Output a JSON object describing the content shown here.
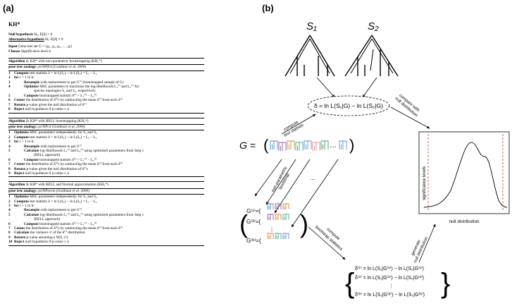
{
  "panels": {
    "a": "(a)",
    "b": "(b)"
  },
  "left": {
    "title": "KH*",
    "null_label": "Null hypothesis",
    "null_text": "H₀: E[δ] = 0",
    "alt_label": "Alternative hypothesis",
    "alt_text": "Hₐ: E[δ] ≠ 0",
    "input_label": "Input",
    "input_text": "Gene tree set G = {g₁, g₂, g₃, …, gₗ}",
    "choose_label": "Choose",
    "choose_text": "Significance level α",
    "algorithms": [
      {
        "head_bold": "Algorithm 1:",
        "head_text": " KH* with non-parametric bootstrapping (KH₁*)",
        "analogy_label": "gene tree analogy:",
        "analogy_text": " priNPfcd (Goldman et al. 2000)",
        "lines": [
          {
            "n": "1",
            "indent": 0,
            "bold": "Compute",
            "text": " test statistic δ = ln L(S₁) − ln L(S₂) = L₁ − L₂"
          },
          {
            "n": "2",
            "indent": 0,
            "bold": "for",
            "text": " i = 1 to b:"
          },
          {
            "n": "3",
            "indent": 1,
            "bold": "Resample",
            "text": " with replacement to get G⁽ⁱ⁾ (bootstrapped sample of G)"
          },
          {
            "n": "4",
            "indent": 1,
            "bold": "Optimize",
            "text": " MSC parameters to maximize the log-likelihoods L₁⁽ⁱ⁾ and L₂⁽ⁱ⁾ for"
          },
          {
            "n": "",
            "indent": 2,
            "bold": "",
            "text": "species topologies S₁ and S₂, respectively"
          },
          {
            "n": "5",
            "indent": 1,
            "bold": "Compute",
            "text": " bootstrapped statistic δ⁽ⁱ⁾ = L₁⁽ⁱ⁾ − L₂⁽ⁱ⁾"
          },
          {
            "n": "6",
            "indent": 0,
            "bold": "Center",
            "text": " the distribution of δ⁽ⁱ⁾s by subtracting the mean δ⁽ⁱ⁾ from each δ⁽ⁱ⁾"
          },
          {
            "n": "7",
            "indent": 0,
            "bold": "Return",
            "text": " p-value given the null distribution of δ⁽ⁱ⁾"
          },
          {
            "n": "8",
            "indent": 0,
            "bold": "Reject",
            "text": " null hypothesis if p-value ≤ α"
          }
        ]
      },
      {
        "head_bold": "Algorithm 2:",
        "head_text": " KH* with RELL bootstrapping (KH₂*)",
        "analogy_label": "gene tree analogy:",
        "analogy_text": " priNPcd (Goldman et al. 2000)",
        "lines": [
          {
            "n": "1",
            "indent": 0,
            "bold": "Optimize",
            "text": " MSC parameters independently for S₁ and S₂"
          },
          {
            "n": "2",
            "indent": 0,
            "bold": "Compute",
            "text": " test statistic δ = ln L(S₁) − ln L(S₂) = L₁ − L₂"
          },
          {
            "n": "3",
            "indent": 0,
            "bold": "for",
            "text": " i = 1 to b:"
          },
          {
            "n": "4",
            "indent": 1,
            "bold": "Resample",
            "text": " with replacement to get G⁽ⁱ⁾"
          },
          {
            "n": "5",
            "indent": 1,
            "bold": "Calculate",
            "text": " log-likelihoods L₁⁽ⁱ⁾ and L₂⁽ⁱ⁾ using optimized parameters from Step 1"
          },
          {
            "n": "",
            "indent": 2,
            "bold": "",
            "text": "(RELL approach)"
          },
          {
            "n": "6",
            "indent": 1,
            "bold": "Compute",
            "text": " bootstrapped statistic δ⁽ⁱ⁾ = L₁⁽ⁱ⁾ − L₂⁽ⁱ⁾"
          },
          {
            "n": "7",
            "indent": 0,
            "bold": "Center",
            "text": " the distribution of δ⁽ⁱ⁾s by subtracting the mean δ⁽ⁱ⁾ from each δ⁽ⁱ⁾"
          },
          {
            "n": "8",
            "indent": 0,
            "bold": "Return",
            "text": " p-value given the null distribution of δ⁽ⁱ⁾s"
          },
          {
            "n": "9",
            "indent": 0,
            "bold": "Reject",
            "text": " null hypothesis if p-value ≤ α"
          }
        ]
      },
      {
        "head_bold": "Algorithm 3:",
        "head_text": " KH* with RELL and Normal approximation (KH₃*)",
        "analogy_label": "gene tree analogy:",
        "analogy_text": " priNPnorm (Goldman et al. 2000)",
        "lines": [
          {
            "n": "1",
            "indent": 0,
            "bold": "Optimize",
            "text": " MSC parameters independently for S₁ and S₂"
          },
          {
            "n": "2",
            "indent": 0,
            "bold": "Compute",
            "text": " test statistic δ = ln L(S₁) − ln L(S₂) = L₁ − L₂"
          },
          {
            "n": "3",
            "indent": 0,
            "bold": "for",
            "text": " i = 1 to b:"
          },
          {
            "n": "4",
            "indent": 1,
            "bold": "Resample",
            "text": " with replacement to get G⁽ⁱ⁾"
          },
          {
            "n": "5",
            "indent": 1,
            "bold": "Calculate",
            "text": " log-likelihoods L₁⁽ⁱ⁾ and L₂⁽ⁱ⁾ using optimized parameters from Step 1"
          },
          {
            "n": "",
            "indent": 2,
            "bold": "",
            "text": "(RELL approach)"
          },
          {
            "n": "6",
            "indent": 1,
            "bold": "Compute",
            "text": " bootstrapped statistic δ⁽ⁱ⁾ = L₁⁽ⁱ⁾ − L₂⁽ⁱ⁾"
          },
          {
            "n": "7",
            "indent": 0,
            "bold": "Center",
            "text": " the distribution of δ⁽ⁱ⁾s by subtracting the mean δ⁽ⁱ⁾ from each δ⁽ⁱ⁾"
          },
          {
            "n": "8",
            "indent": 0,
            "bold": "Calculate",
            "text": " the variance ν² of the δ⁽ⁱ⁾ distribution"
          },
          {
            "n": "9",
            "indent": 0,
            "bold": "Return",
            "text": " p-value assuming a N(0, ν²)"
          },
          {
            "n": "10",
            "indent": 0,
            "bold": "Reject",
            "text": " null hypothesis if p-value ≤ α"
          }
        ]
      }
    ]
  },
  "right": {
    "s1": "S₁",
    "s2": "S₂",
    "delta_formula": "δ = ln L(S₁|G) − ln L(S₂|G)",
    "g_label": "G =",
    "g_ellipsis": "…",
    "dots": "...",
    "boot_sets": [
      "G⁽¹⁾={",
      "G⁽²⁾={",
      "G⁽ᵇ⁾={"
    ],
    "vdots": "⋮",
    "boot_deltas": [
      "δ⁽¹⁾ = ln L(S₁|G⁽¹⁾) − ln L(S₂|G⁽¹⁾)",
      "δ⁽²⁾ = ln L(S₁|G⁽²⁾) − ln L(S₂|G⁽²⁾)",
      "δ⁽ᵇ⁾ = ln L(S₁|G⁽ᵇ⁾) − ln L(S₂|G⁽ᵇ⁾)"
    ],
    "arrow_labels": {
      "compute_test": [
        "compute",
        "test statistic"
      ],
      "compare": [
        "compare with",
        "null distribution"
      ],
      "nonparam": [
        "non-parametric",
        "bootstrap"
      ],
      "compute_boot": [
        "compute",
        "bootstrap statistics"
      ],
      "generate": [
        "generate",
        "null distribution"
      ]
    },
    "sig_levels": "significance levels",
    "null_dist": "null distribution",
    "colors": {
      "dashed_line": "#c0392b",
      "tree_palette": [
        "#4a90c9",
        "#8e5aa8",
        "#d08a3c",
        "#4aa88a",
        "#5e8fd0",
        "#e28a8a",
        "#3c9a6a"
      ]
    }
  }
}
